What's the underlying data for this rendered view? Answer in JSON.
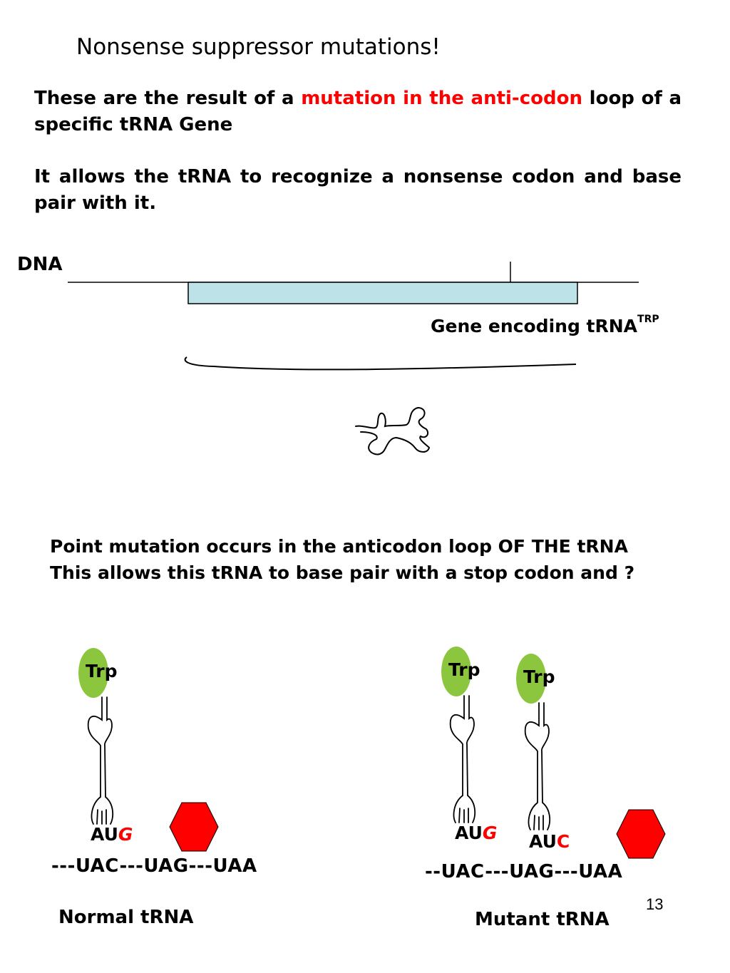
{
  "title": "Nonsense suppressor mutations!",
  "paragraph1": {
    "before": "These are the result of a ",
    "highlight": "mutation in the anti-codon",
    "after": " loop of a specific tRNA Gene"
  },
  "paragraph2": "It allows the tRNA to recognize a nonsense codon and base pair with it.",
  "dna_label": "DNA",
  "gene_label": "Gene encoding tRNA",
  "gene_label_sup": "TRP",
  "point_mutation": {
    "line1": "Point mutation occurs in the anticodon loop OF THE tRNA",
    "line2": "This allows this tRNA to base pair with a stop codon and ?"
  },
  "normal": {
    "trp_label": "Trp",
    "anticodon_prefix": "AU",
    "anticodon_last": "G",
    "sequence": "---UAC---UAG---UAA",
    "caption": "Normal tRNA"
  },
  "mutant": {
    "trp1_label": "Trp",
    "trp2_label": "Trp",
    "anticodon1_prefix": "AU",
    "anticodon1_last": "G",
    "anticodon2_prefix": "AU",
    "anticodon2_last": "C",
    "sequence": "--UAC---UAG---UAA",
    "caption": "Mutant tRNA"
  },
  "page_number": "13",
  "colors": {
    "highlight_red": "#ff0000",
    "gene_box_fill": "#bde3e8",
    "trp_green": "#8cc63f",
    "stop_hexagon_red": "#ff0000"
  }
}
